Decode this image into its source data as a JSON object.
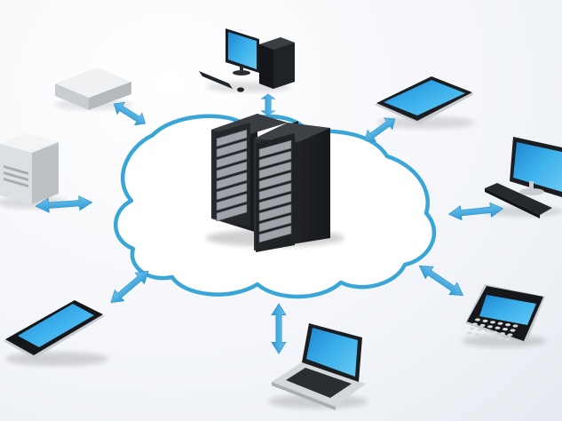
{
  "diagram": {
    "colors": {
      "cloud_stroke": "#3aa6d8",
      "arrow": "#48aee0",
      "screen": "#2e9fe0",
      "device_dark": "#1b1d21",
      "device_light": "#d9dcdf",
      "server_body": "#202326"
    },
    "nodes": [
      {
        "id": "cloud",
        "icon": "cloud-icon"
      },
      {
        "id": "server-rack",
        "icon": "server-rack-icon"
      },
      {
        "id": "desktop-tower",
        "icon": "desktop-computer-icon"
      },
      {
        "id": "network-box",
        "icon": "network-appliance-icon"
      },
      {
        "id": "tablet",
        "icon": "tablet-icon"
      },
      {
        "id": "tower-server",
        "icon": "tower-server-icon"
      },
      {
        "id": "monitor-keyboard",
        "icon": "monitor-icon"
      },
      {
        "id": "smartphone",
        "icon": "smartphone-icon"
      },
      {
        "id": "qwerty-phone",
        "icon": "qwerty-phone-icon"
      },
      {
        "id": "laptop",
        "icon": "laptop-icon"
      }
    ],
    "connections": [
      {
        "from": "cloud",
        "to": "desktop-tower",
        "direction": "bidirectional"
      },
      {
        "from": "cloud",
        "to": "network-box",
        "direction": "bidirectional"
      },
      {
        "from": "cloud",
        "to": "tablet",
        "direction": "bidirectional"
      },
      {
        "from": "cloud",
        "to": "tower-server",
        "direction": "bidirectional"
      },
      {
        "from": "cloud",
        "to": "monitor-keyboard",
        "direction": "bidirectional"
      },
      {
        "from": "cloud",
        "to": "smartphone",
        "direction": "bidirectional"
      },
      {
        "from": "cloud",
        "to": "qwerty-phone",
        "direction": "bidirectional"
      },
      {
        "from": "cloud",
        "to": "laptop",
        "direction": "bidirectional"
      }
    ]
  }
}
